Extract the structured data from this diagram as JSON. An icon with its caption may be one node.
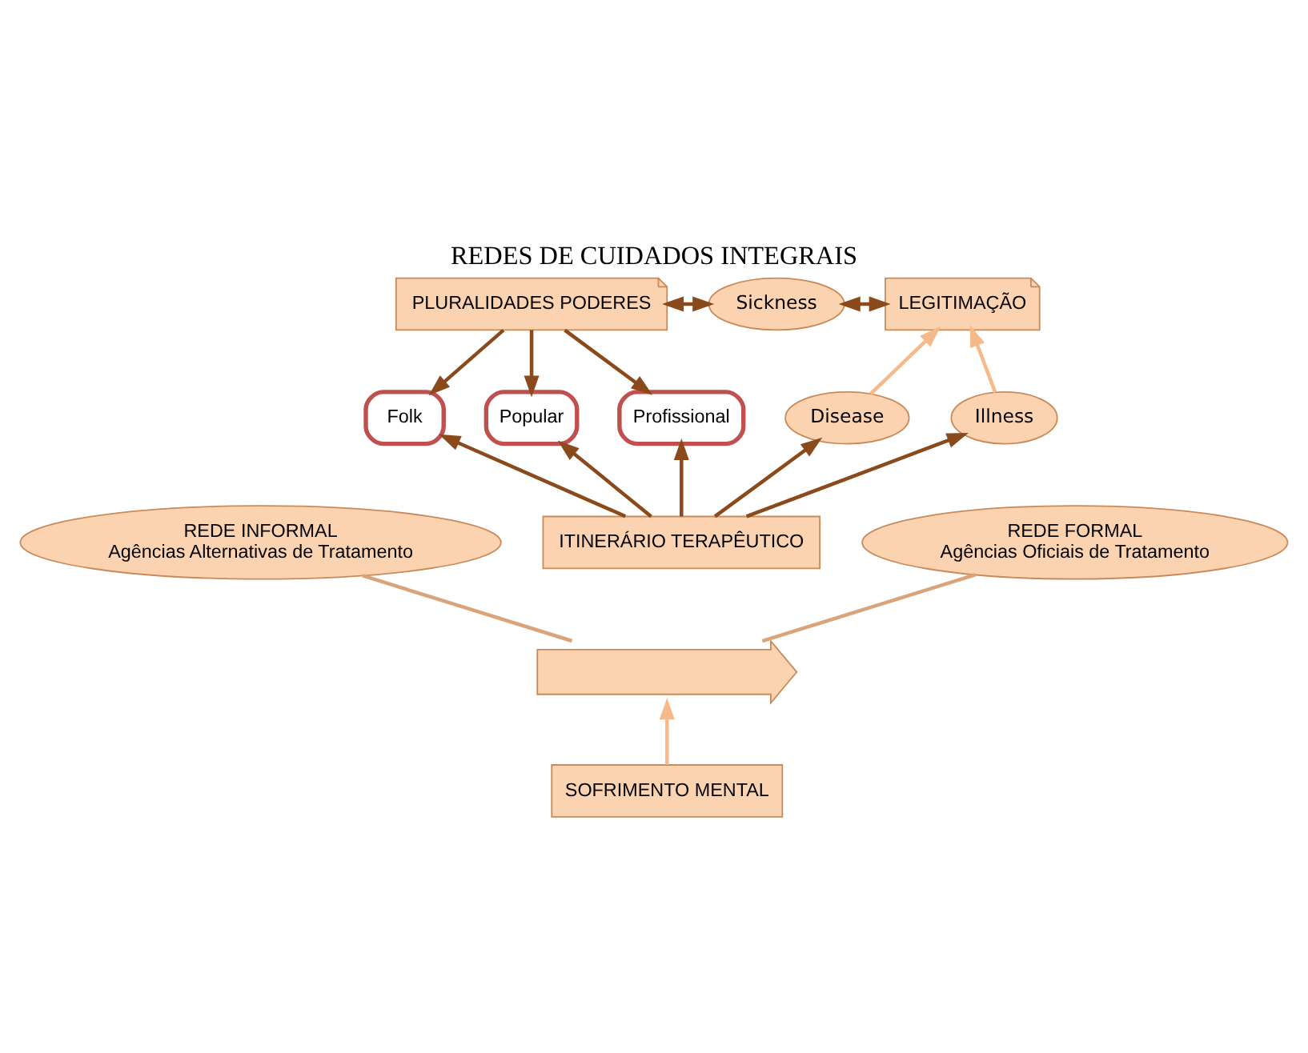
{
  "diagram": {
    "title": "REDES DE CUIDADOS INTEGRAIS",
    "nodes": [
      {
        "text": [
          "PLURALIDADES PODERES"
        ]
      },
      {
        "text": [
          "Sickness"
        ]
      },
      {
        "text": [
          "LEGITIMAÇÃO"
        ]
      },
      {
        "text": [
          "Folk"
        ]
      },
      {
        "text": [
          "Popular"
        ]
      },
      {
        "text": [
          "Profissional"
        ]
      },
      {
        "text": [
          "Disease"
        ]
      },
      {
        "text": [
          "Illness"
        ]
      },
      {
        "text": [
          "ITINERÁRIO TERAPÊUTICO"
        ]
      },
      {
        "text": [
          "REDE INFORMAL",
          "Agências Alternativas de Tratamento"
        ]
      },
      {
        "text": [
          "REDE FORMAL",
          "Agências Oficiais de Tratamento"
        ]
      },
      {
        "text": [],
        "shape": "arrow"
      },
      {
        "text": [
          "SOFRIMENTO MENTAL"
        ]
      }
    ],
    "edges": [
      {
        "from": 0,
        "to": 3,
        "arrow": "to"
      },
      {
        "from": 0,
        "to": 4,
        "arrow": "to"
      },
      {
        "from": 0,
        "to": 5,
        "arrow": "to"
      },
      {
        "from": 0,
        "to": 1,
        "arrow": "both"
      },
      {
        "from": 1,
        "to": 2,
        "arrow": "both"
      },
      {
        "from": 6,
        "to": 2,
        "arrow": "to",
        "color": "#f5b98a"
      },
      {
        "from": 7,
        "to": 2,
        "arrow": "to",
        "color": "#f5b98a"
      },
      {
        "from": 8,
        "to": 3,
        "arrow": "to"
      },
      {
        "from": 8,
        "to": 4,
        "arrow": "to"
      },
      {
        "from": 8,
        "to": 5,
        "arrow": "to"
      },
      {
        "from": 8,
        "to": 6,
        "arrow": "to"
      },
      {
        "from": 8,
        "to": 7,
        "arrow": "to"
      },
      {
        "from": 9,
        "to": 11,
        "arrow": "none",
        "color": "#d9a47a"
      },
      {
        "from": 10,
        "to": 11,
        "arrow": "none",
        "color": "#d9a47a"
      },
      {
        "from": 12,
        "to": 11,
        "arrow": "to",
        "color": "#f5b98a"
      }
    ]
  }
}
